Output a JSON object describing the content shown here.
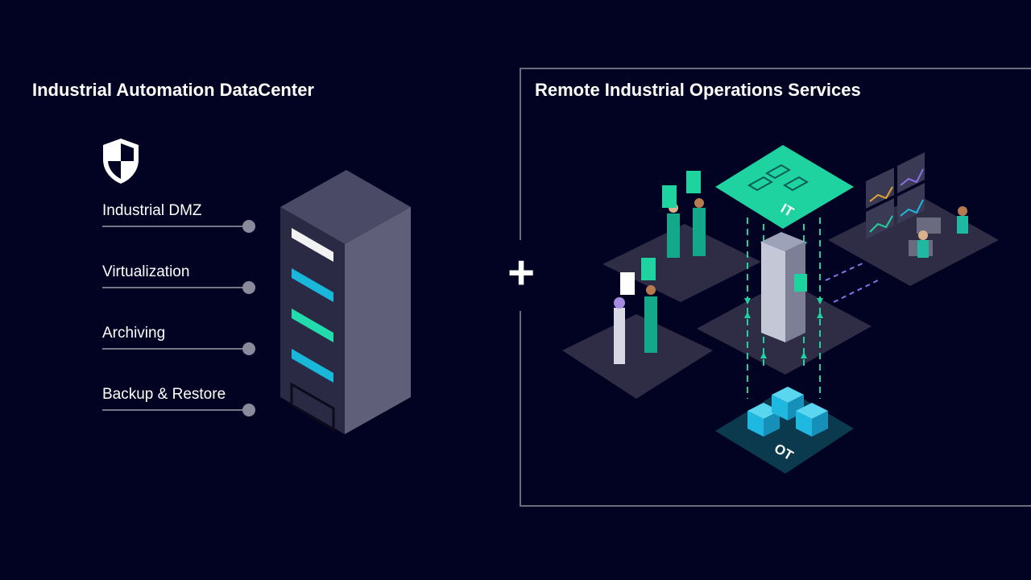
{
  "left_panel": {
    "title": "Industrial Automation DataCenter",
    "shield_icon": "shield-icon",
    "features": [
      {
        "label": "Industrial DMZ"
      },
      {
        "label": "Virtualization"
      },
      {
        "label": "Archiving"
      },
      {
        "label": "Backup & Restore"
      }
    ],
    "rack_slot_colors": [
      "#f2f2f2",
      "#19b7d9",
      "#23dcae",
      "#19b7d9",
      "#3a3a52"
    ]
  },
  "center": {
    "plus_sign": "+"
  },
  "right_panel": {
    "title": "Remote Industrial Operations Services",
    "it_label": "IT",
    "ot_label": "OT",
    "colors": {
      "teal": "#1fd3a0",
      "cyan": "#1fb8e0",
      "purple": "#8a72e8",
      "platform": "#2f2d45"
    }
  }
}
